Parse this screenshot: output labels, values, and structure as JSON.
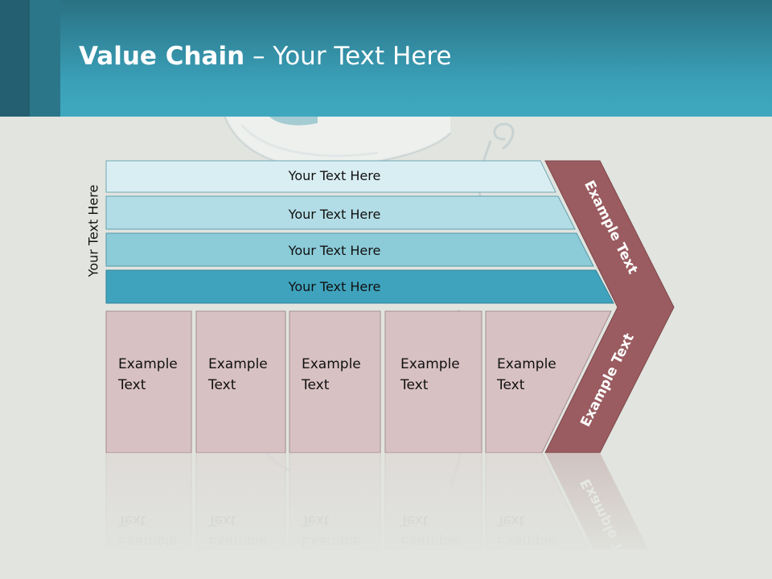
{
  "slide": {
    "title_bold": "Value Chain",
    "title_rest": " – Your Text Here",
    "side_label": "Your Text Here"
  },
  "support_rows": [
    {
      "label": "Your Text Here",
      "color": "#d9eef3"
    },
    {
      "label": "Your Text Here",
      "color": "#b3dde6"
    },
    {
      "label": "Your Text Here",
      "color": "#8ccbd8"
    },
    {
      "label": "Your Text Here",
      "color": "#3fa3bd"
    }
  ],
  "primary_boxes": [
    {
      "line1": "Example",
      "line2": "Text"
    },
    {
      "line1": "Example",
      "line2": "Text"
    },
    {
      "line1": "Example",
      "line2": "Text"
    },
    {
      "line1": "Example",
      "line2": "Text"
    },
    {
      "line1": "Example",
      "line2": "Text"
    }
  ],
  "margin_arrow": {
    "upper_label": "Example Text",
    "lower_label": "Example Text",
    "color": "#9a5c60"
  },
  "colors": {
    "box_fill": "#d8c1c3",
    "box_stroke": "#a48d90",
    "header": "#3aa0b8"
  }
}
